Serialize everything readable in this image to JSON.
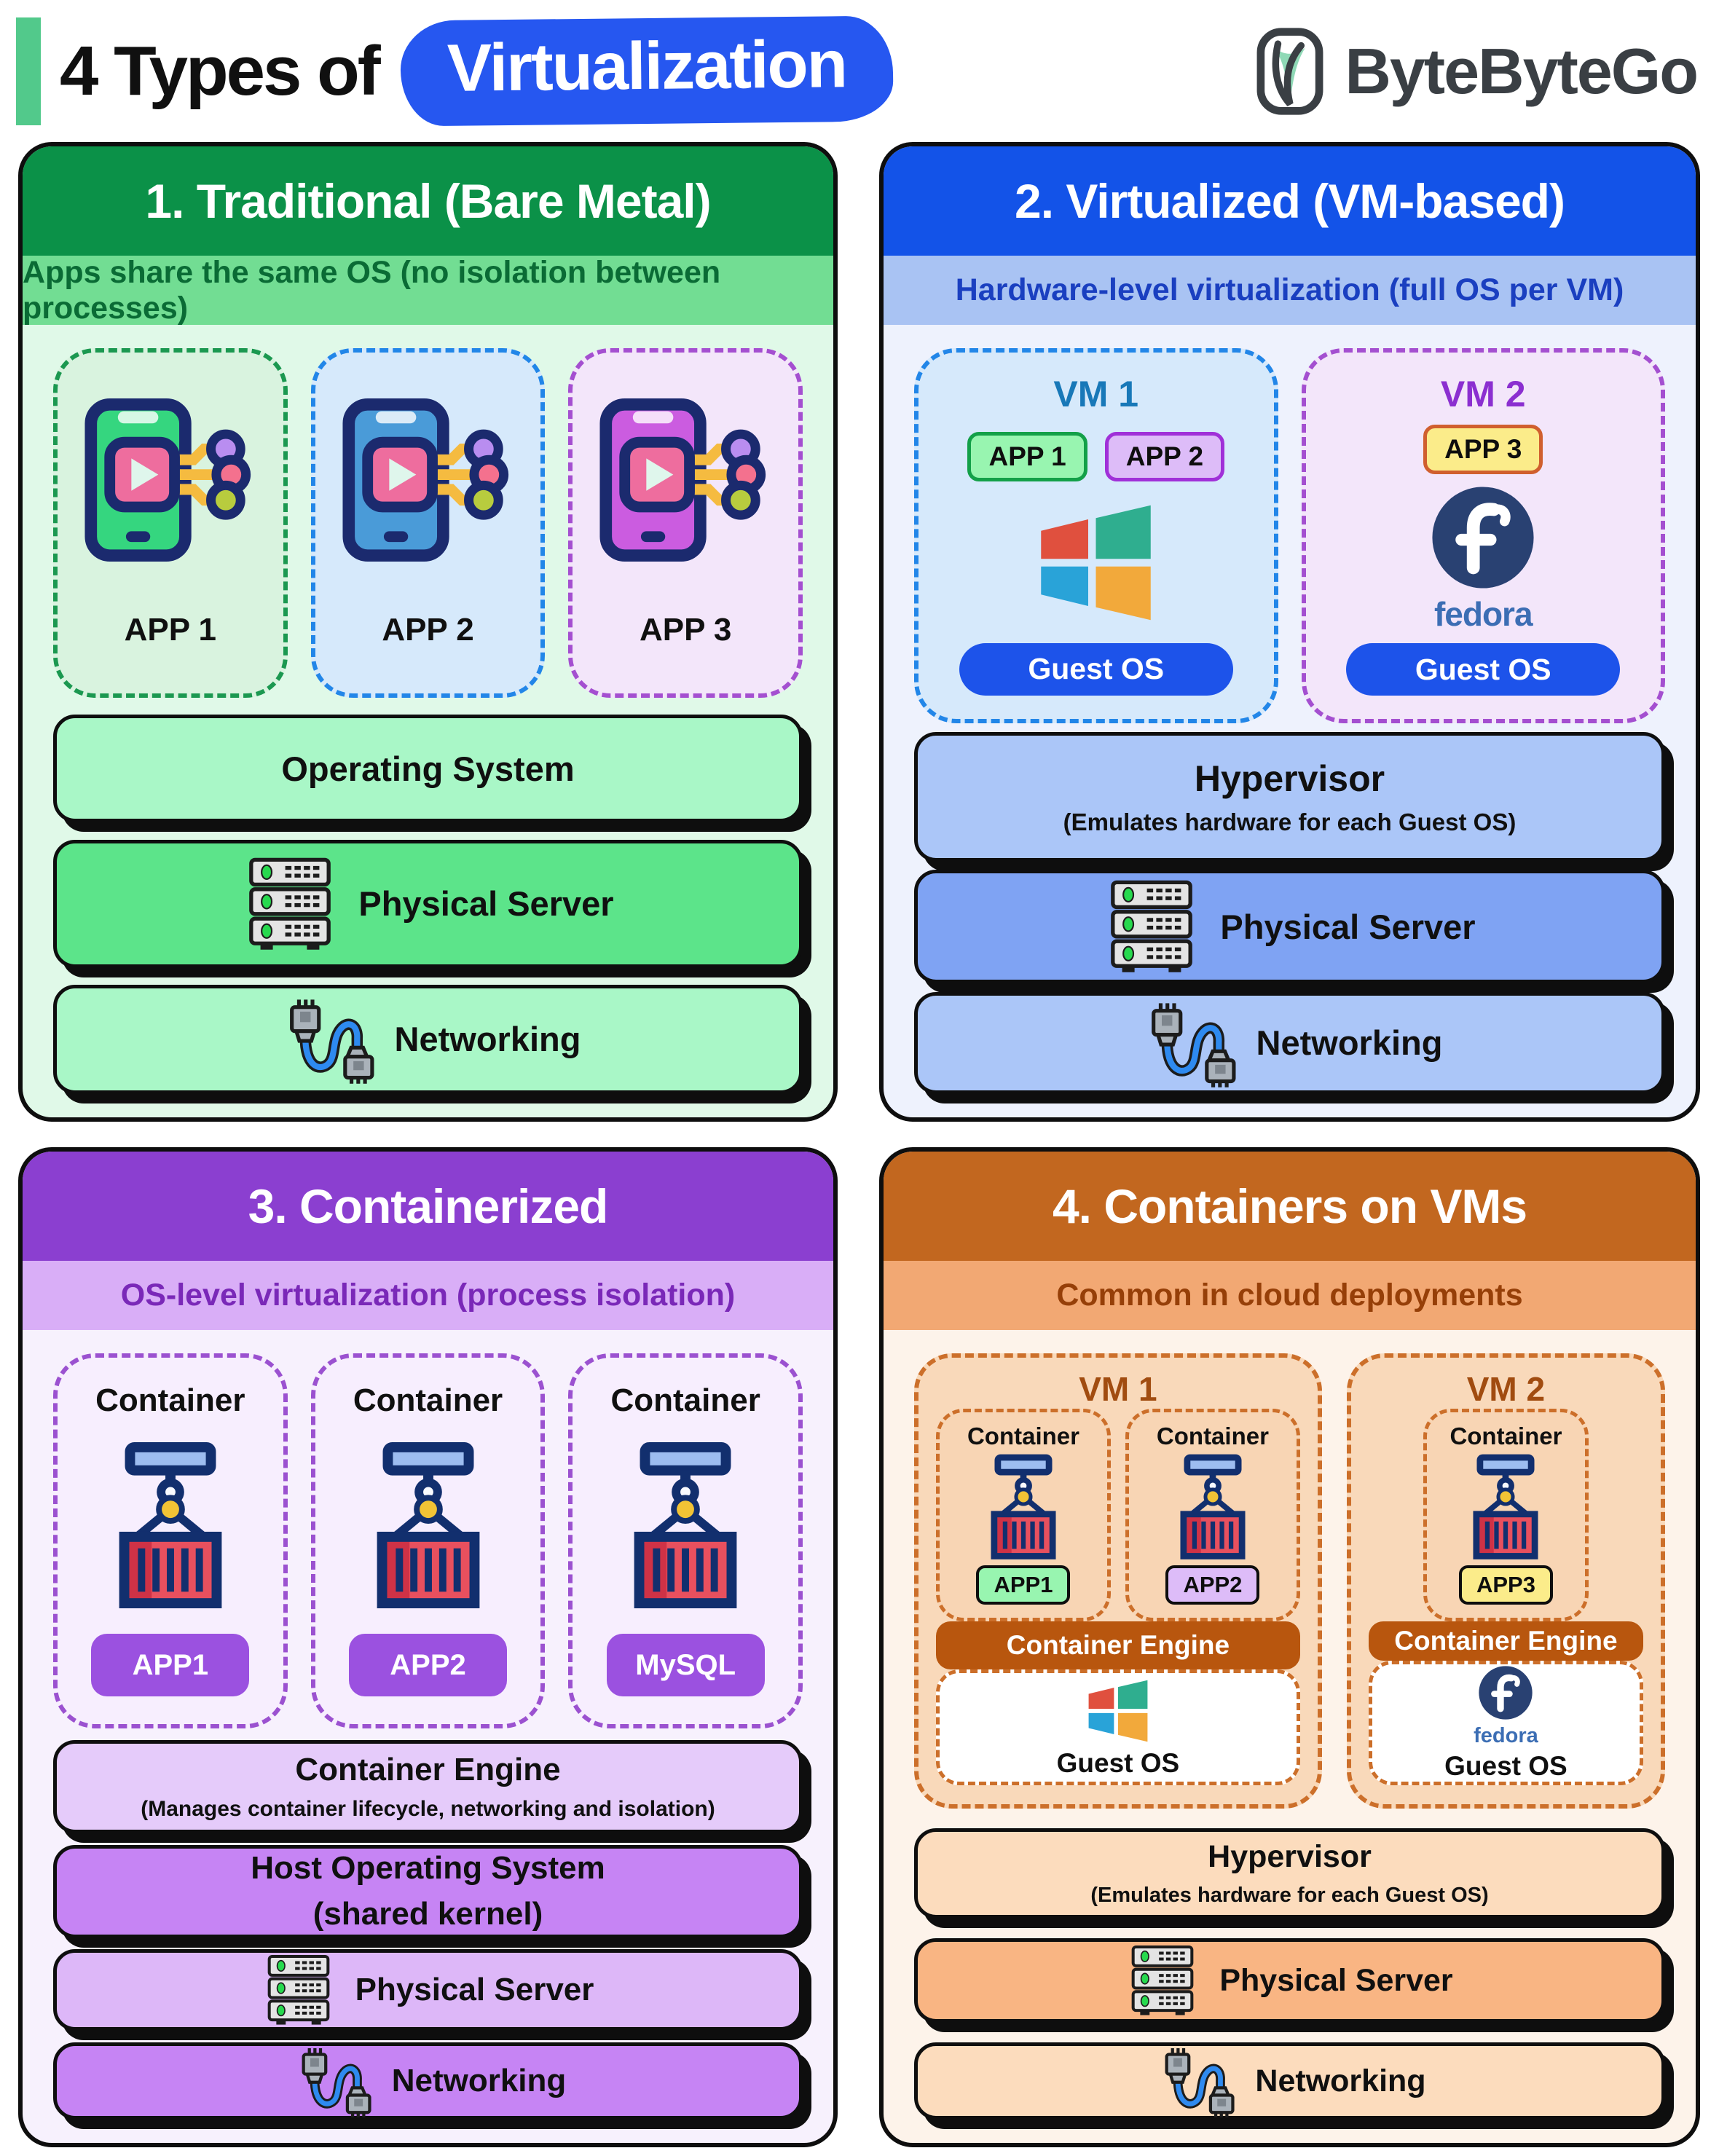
{
  "header": {
    "title_prefix": "4 Types of",
    "title_highlight": "Virtualization",
    "brand": "ByteByteGo"
  },
  "p1": {
    "title": "1. Traditional (Bare Metal)",
    "subtitle": "Apps share the same OS (no isolation between processes)",
    "app1": "APP 1",
    "app2": "APP 2",
    "app3": "APP 3",
    "os": "Operating System",
    "server": "Physical Server",
    "network": "Networking"
  },
  "p2": {
    "title": "2. Virtualized (VM-based)",
    "subtitle": "Hardware-level virtualization (full OS per VM)",
    "vm1": "VM 1",
    "vm2": "VM 2",
    "app1": "APP 1",
    "app2": "APP 2",
    "app3": "APP 3",
    "guest_os": "Guest OS",
    "fedora_label": "fedora",
    "hypervisor": "Hypervisor",
    "hypervisor_sub": "(Emulates hardware for each Guest OS)",
    "server": "Physical Server",
    "network": "Networking"
  },
  "p3": {
    "title": "3. Containerized",
    "subtitle": "OS-level virtualization (process isolation)",
    "container": "Container",
    "badge1": "APP1",
    "badge2": "APP2",
    "badge3": "MySQL",
    "engine": "Container Engine",
    "engine_sub": "(Manages container lifecycle, networking and isolation)",
    "host_os_line1": "Host Operating System",
    "host_os_line2": "(shared kernel)",
    "server": "Physical Server",
    "network": "Networking"
  },
  "p4": {
    "title": "4. Containers on VMs",
    "subtitle": "Common in cloud deployments",
    "vm1": "VM 1",
    "vm2": "VM 2",
    "container": "Container",
    "badge1": "APP1",
    "badge2": "APP2",
    "badge3": "APP3",
    "engine": "Container Engine",
    "guest_os": "Guest OS",
    "fedora_label": "fedora",
    "hypervisor": "Hypervisor",
    "hypervisor_sub": "(Emulates hardware for each Guest OS)",
    "server": "Physical Server",
    "network": "Networking"
  },
  "colors": {
    "title_highlight_bg": "#2657f0",
    "accent_bar": "#52c98b",
    "p1_header": "#0b9148",
    "p2_header": "#1353e8",
    "p3_header": "#8b3fd0",
    "p4_header": "#c2671f",
    "guest_os_pill": "#1d53ea",
    "container_engine_pill": "#b8560e",
    "app_badge_solid": "#9b51e0",
    "container_red": "#e8505e",
    "crane_navy": "#122f6e"
  },
  "icons": {
    "brand": "bytebytego-icon",
    "app": "mobile-app-icon",
    "windows": "windows-logo-icon",
    "fedora": "fedora-logo-icon",
    "server": "server-rack-icon",
    "network": "ethernet-cable-icon",
    "container": "cargo-container-icon"
  }
}
